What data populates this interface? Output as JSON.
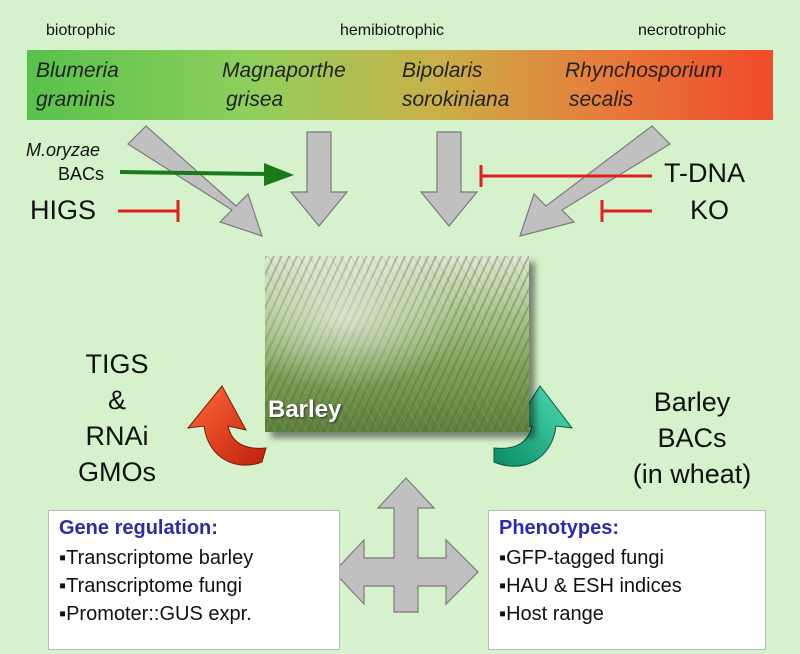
{
  "header": {
    "biotrophic": "biotrophic",
    "hemibiotrophic": "hemibiotrophic",
    "necrotrophic": "necrotrophic"
  },
  "pathogens": [
    {
      "line1": "Blumeria",
      "line2": "graminis"
    },
    {
      "line1": "Magnaporthe",
      "line2": "grisea"
    },
    {
      "line1": "Bipolaris",
      "line2": "sorokiniana"
    },
    {
      "line1": "Rhynchosporium",
      "line2": "secalis"
    }
  ],
  "left_labels": {
    "moryzae": "M.oryzae",
    "bacs": "BACs",
    "higs": "HIGS"
  },
  "right_labels": {
    "tdna": "T-DNA",
    "ko": "KO"
  },
  "center": {
    "label": "Barley"
  },
  "left_method": [
    "TIGS",
    "&",
    "RNAi",
    "GMOs"
  ],
  "right_method": [
    "Barley",
    "BACs",
    "(in wheat)"
  ],
  "gene_regulation": {
    "title": "Gene regulation:",
    "items": [
      "▪Transcriptome barley",
      "▪Transcriptome fungi",
      "▪Promoter::GUS expr."
    ]
  },
  "phenotypes": {
    "title": "Phenotypes:",
    "items": [
      "▪GFP-tagged fungi",
      "▪HAU & ESH indices",
      "▪Host range"
    ]
  },
  "colors": {
    "gray_arrow": "#c0c0c0",
    "green_arrow": "#1a7a1a",
    "red_inhibit": "#e02020",
    "background": "#d6f2cc"
  }
}
